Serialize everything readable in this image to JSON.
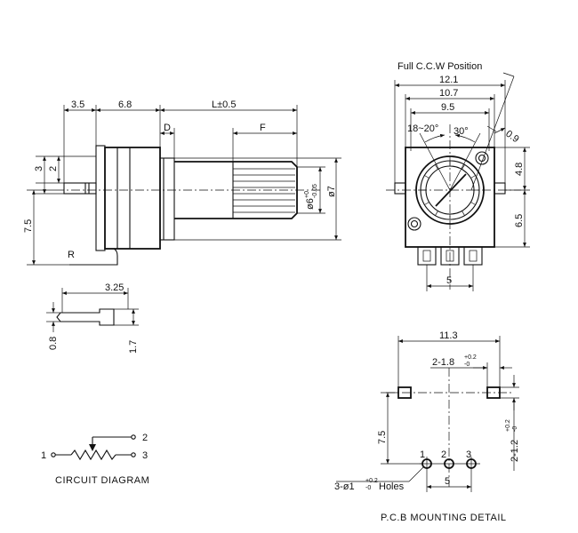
{
  "side_view": {
    "dim_3_5": "3.5",
    "dim_6_8": "6.8",
    "dim_L": "L±0.5",
    "dim_D": "D",
    "dim_F": "F",
    "dim_3": "3",
    "dim_2": "2",
    "dim_7_5": "7.5",
    "dim_R": "R",
    "shaft_dia": "ø6",
    "shaft_tol_upper": "+0",
    "shaft_tol_lower": "-0.05",
    "body_dia": "ø7"
  },
  "pin_detail": {
    "dim_3_25": "3.25",
    "dim_0_8": "0.8",
    "dim_1_7": "1.7"
  },
  "front_view": {
    "full_ccw": "Full C.C.W Position",
    "dim_12_1": "12.1",
    "dim_10_7": "10.7",
    "dim_9_5": "9.5",
    "angle_18_20": "18~20°",
    "angle_30": "30°",
    "dim_0_9": "0.9",
    "dim_4_8": "4.8",
    "dim_6_5": "6.5",
    "dim_5": "5"
  },
  "circuit": {
    "pin_1": "1",
    "pin_2": "2",
    "pin_3": "3",
    "caption": "CIRCUIT DIAGRAM"
  },
  "pcb": {
    "dim_11_3": "11.3",
    "slot_w": "2-1.8",
    "slot_w_tol_upper": "+0.2",
    "slot_w_tol_lower": "-0",
    "slot_h": "2-1.2",
    "slot_h_tol_upper": "+0.2",
    "slot_h_tol_lower": "-0",
    "dim_7_5": "7.5",
    "hole_1": "1",
    "hole_2": "2",
    "hole_3": "3",
    "holes_label": "3-ø1",
    "holes_tol_upper": "+0.2",
    "holes_tol_lower": "-0",
    "holes_suffix": "Holes",
    "dim_5": "5",
    "caption": "P.C.B MOUNTING DETAIL"
  }
}
